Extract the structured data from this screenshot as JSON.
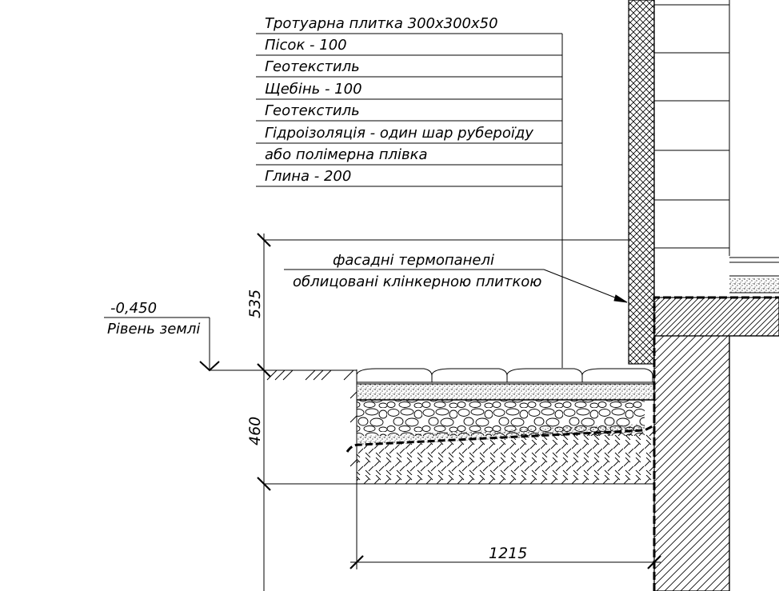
{
  "layers": [
    "Тротуарна плитка 300x300x50",
    "Пісок - 100",
    "Геотекстиль",
    "Щебінь - 100",
    "Геотекстиль",
    "Гідроізоляція - один шар рубероїду",
    "або полімерна плівка",
    "Глина - 200"
  ],
  "facade_note": {
    "line1": "фасадні термопанелі",
    "line2": "облицовані клінкерною плиткою"
  },
  "ground_level": {
    "elevation": "-0,450",
    "label": "Рівень землі"
  },
  "dimensions": {
    "upper": "535",
    "lower": "460",
    "width": "1215"
  }
}
